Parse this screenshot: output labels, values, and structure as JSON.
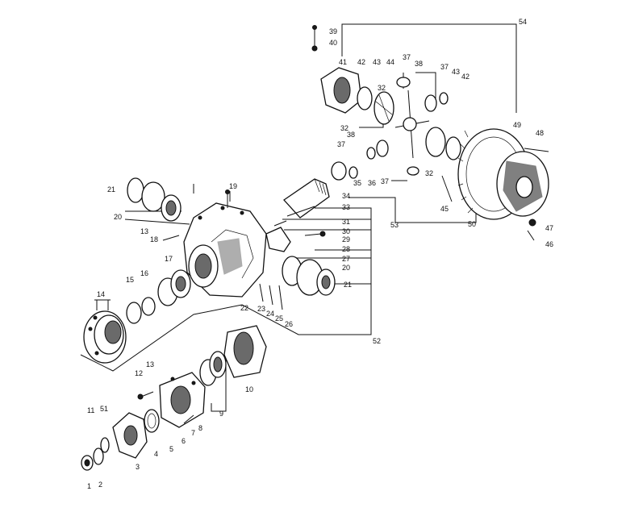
{
  "diagram": {
    "labels": [
      "1",
      "2",
      "3",
      "4",
      "5",
      "6",
      "7",
      "8",
      "9",
      "10",
      "11",
      "51",
      "12",
      "13",
      "13",
      "14",
      "15",
      "16",
      "17",
      "18",
      "19",
      "20",
      "20",
      "21",
      "21",
      "22",
      "23",
      "24",
      "25",
      "26",
      "27",
      "28",
      "29",
      "30",
      "31",
      "33",
      "34",
      "35",
      "36",
      "37",
      "37",
      "37",
      "37",
      "38",
      "38",
      "39",
      "40",
      "41",
      "42",
      "42",
      "43",
      "43",
      "44",
      "45",
      "46",
      "47",
      "48",
      "49",
      "50",
      "52",
      "53",
      "54",
      "32",
      "32",
      "32"
    ]
  }
}
